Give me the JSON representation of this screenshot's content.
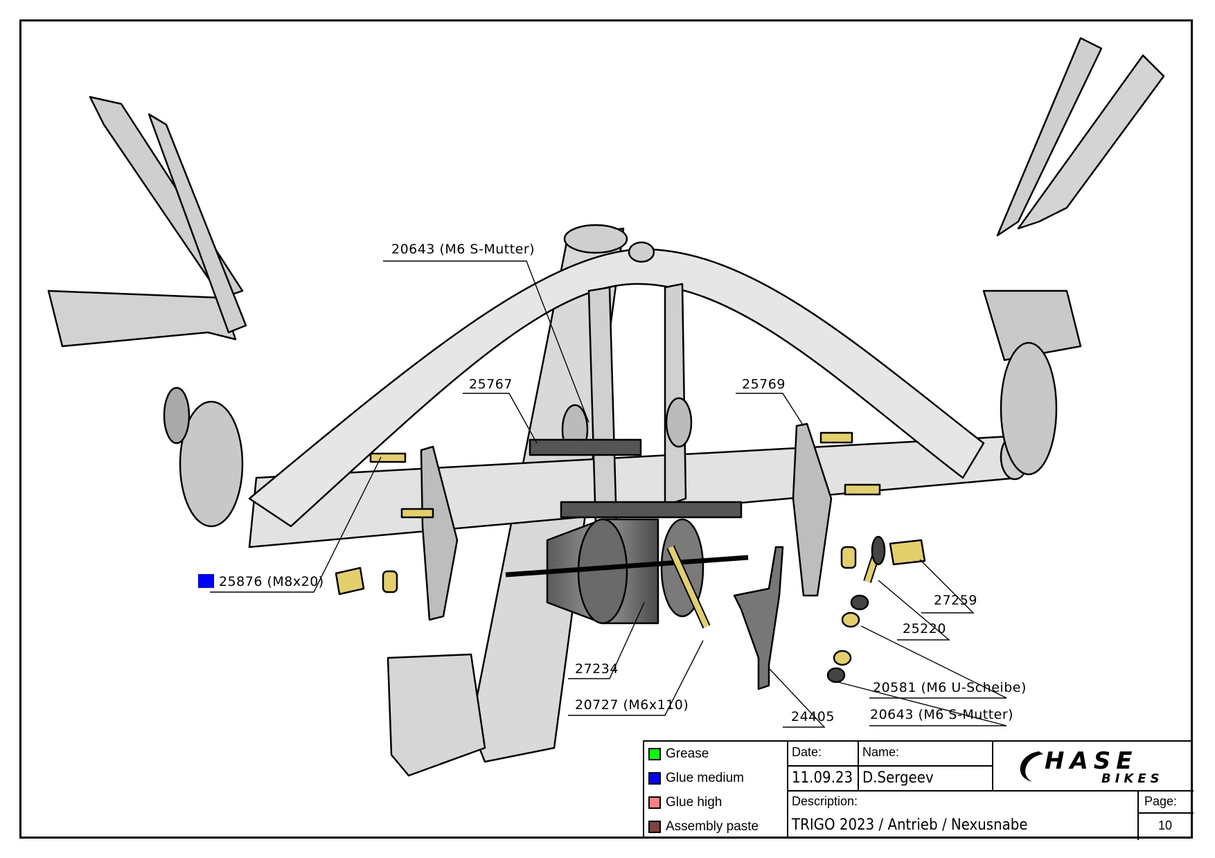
{
  "callouts": {
    "c1": "20643 (M6 S-Mutter)",
    "c2": "25767",
    "c3": "25769",
    "c4": "25876 (M8x20)",
    "c5": "27234",
    "c6": "20727 (M6x110)",
    "c7": "24405",
    "c8": "27259",
    "c9": "25220",
    "c10": "20581 (M6 U-Scheibe)",
    "c11": "20643 (M6 S-Mutter)"
  },
  "legend": [
    {
      "label": "Grease",
      "color": "#00ff00"
    },
    {
      "label": "Glue medium",
      "color": "#0000ff"
    },
    {
      "label": "Glue high",
      "color": "#ff8080"
    },
    {
      "label": "Assembly paste",
      "color": "#804040"
    }
  ],
  "glue_marker_color": "#0000ff",
  "title_block": {
    "date_label": "Date:",
    "date": "11.09.23",
    "name_label": "Name:",
    "name": "D.Sergeev",
    "description_label": "Description:",
    "description": "TRIGO 2023 / Antrieb / Nexusnabe",
    "page_label": "Page:",
    "page": "10",
    "logo_main": "HASE",
    "logo_sub": "BIKES"
  }
}
